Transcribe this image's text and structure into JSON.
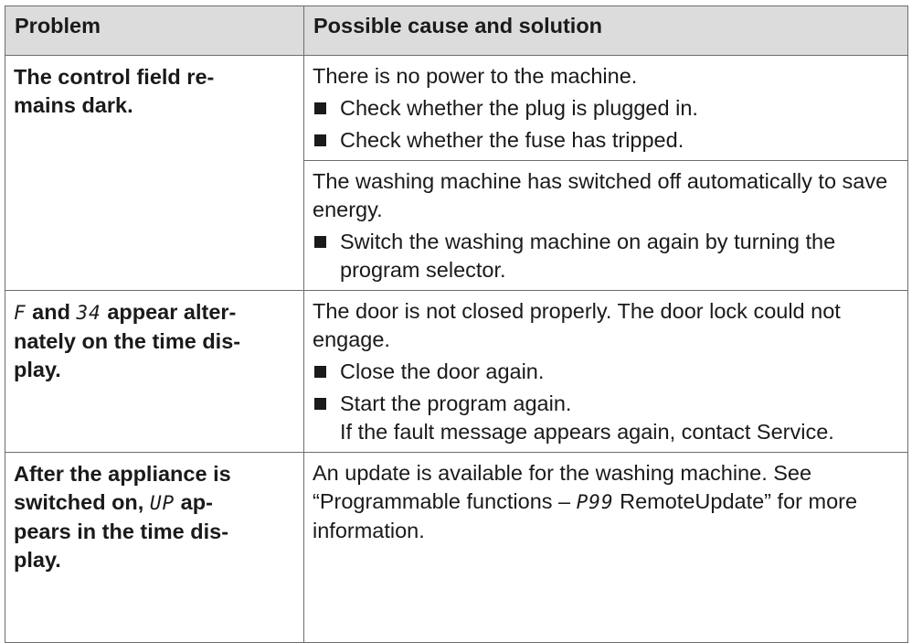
{
  "headers": {
    "problem": "Problem",
    "solution": "Possible cause and solution"
  },
  "rows": [
    {
      "problem": "The control field re-\nmains dark.",
      "causes": [
        {
          "text": "There is no power to the machine.",
          "items": [
            "Check whether the plug is plugged in.",
            "Check whether the fuse has tripped."
          ]
        },
        {
          "text": "The washing machine has switched off automatically to save energy.",
          "items": [
            "Switch the washing machine on again by turning the program selector."
          ]
        }
      ]
    },
    {
      "problem_code1": "F",
      "problem_and": " and ",
      "problem_code2": "34",
      "problem_rest": " appear alter-\nnately on the time dis-\nplay.",
      "cause_text": "The door is not closed properly. The door lock could not engage.",
      "item1": "Close the door again.",
      "item2": "Start the program again.",
      "item2_note": "If the fault message appears again, contact Service."
    },
    {
      "problem_pre": "After the appliance is\nswitched on, ",
      "problem_code": "UP",
      "problem_post": " ap-\npears in the time dis-\nplay.",
      "cause_pre": "An update is available for the washing machine. See “Programmable functions – ",
      "cause_code": "P99",
      "cause_post": " RemoteUpdate” for more information."
    }
  ]
}
